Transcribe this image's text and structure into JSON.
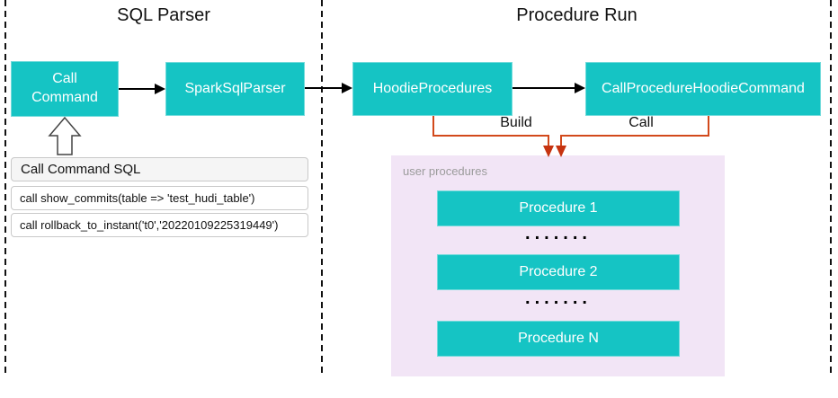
{
  "colors": {
    "teal": "#15c4c4",
    "connector_orange": "#d2491b",
    "connector_arrow_red": "#c63310",
    "pink_panel": "#f2e5f6",
    "line_black": "#111111"
  },
  "sections": {
    "sql_parser": {
      "title": "SQL Parser"
    },
    "procedure_run": {
      "title": "Procedure Run"
    }
  },
  "nodes": {
    "call_command": {
      "line1": "Call",
      "line2": "Command"
    },
    "spark_sql_parser": {
      "label": "SparkSqlParser"
    },
    "hoodie_procedures": {
      "label": "HoodieProcedures"
    },
    "call_procedure_hoodie_command": {
      "label": "CallProcedureHoodieCommand"
    }
  },
  "connector_labels": {
    "build": "Build",
    "call": "Call"
  },
  "sql_panel": {
    "header": "Call Command SQL",
    "rows": [
      "call show_commits(table => 'test_hudi_table')",
      "call rollback_to_instant('t0','20220109225319449')"
    ]
  },
  "user_procedures": {
    "label": "user procedures",
    "items": [
      "Procedure 1",
      "Procedure 2",
      "Procedure N"
    ],
    "ellipsis": "......."
  }
}
